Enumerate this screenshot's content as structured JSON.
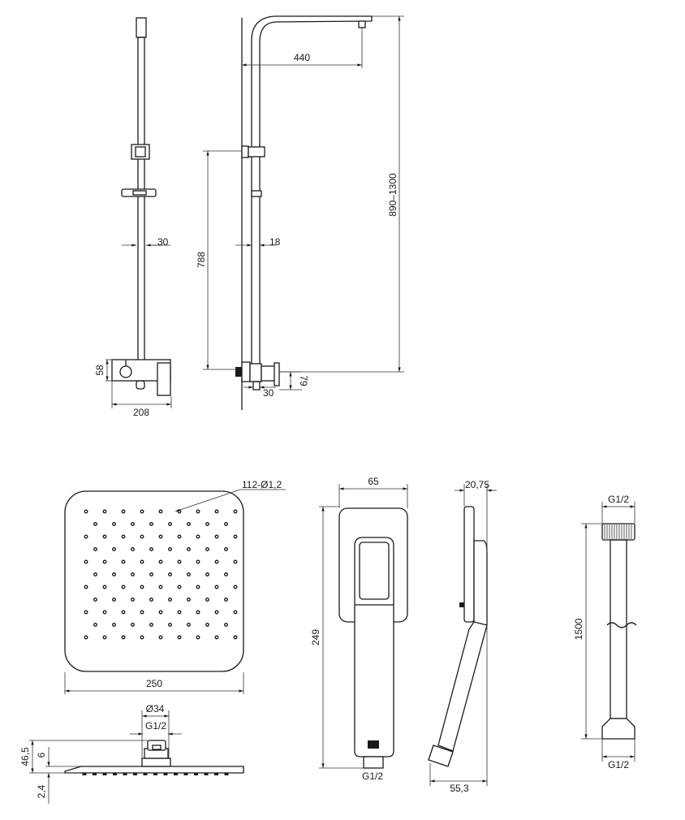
{
  "drawing": {
    "column_front": {
      "width_rail": "30",
      "mixer_height": "58",
      "mixer_width": "208"
    },
    "column_side": {
      "arm_reach": "440",
      "height_range": "890–1300",
      "bracket_height": "788",
      "rail_depth": "18",
      "mixer_offset": "30",
      "mixer_depth": "79"
    },
    "overhead_plan": {
      "nozzles": "112-Ø1,2",
      "size": "250",
      "nozzle_count": 112
    },
    "overhead_side": {
      "connector_diameter": "Ø34",
      "thread": "G1/2",
      "total_height": "46,5",
      "edge_height": "6",
      "plate_thickness": "2,4"
    },
    "hand_front": {
      "width": "65",
      "length": "249",
      "thread": "G1/2"
    },
    "hand_side": {
      "head_depth": "20,75",
      "total_depth": "55,3"
    },
    "hose": {
      "thread_top": "G1/2",
      "length": "1500",
      "thread_bottom": "G1/2"
    }
  }
}
